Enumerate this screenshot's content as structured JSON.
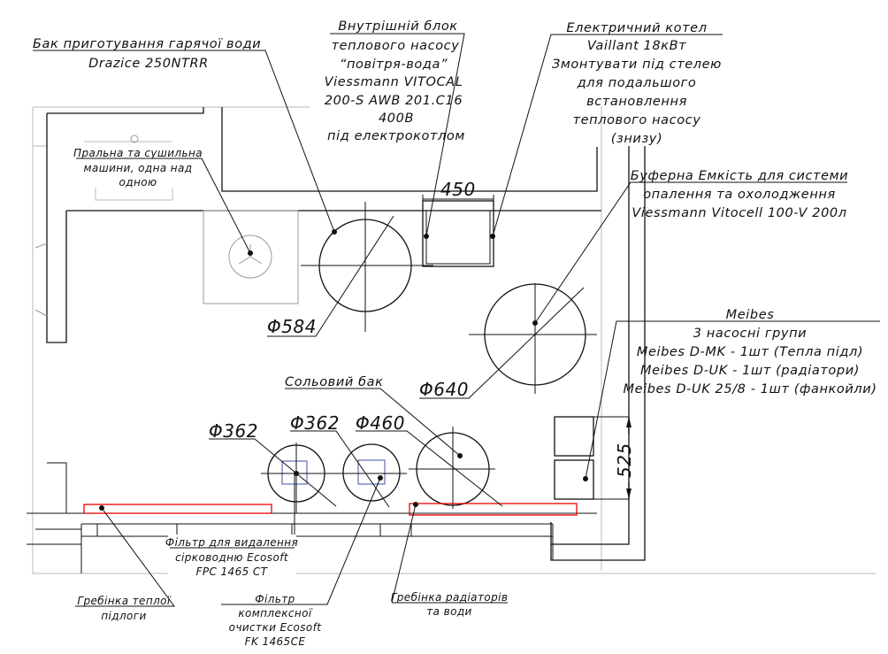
{
  "labels": {
    "hot_water_tank": {
      "line1": "Бак приготування гарячої води",
      "line2": "Drazice 250NTRR"
    },
    "heat_pump_indoor": {
      "lines": [
        "Внутрішній блок",
        "теплового насосу",
        "“повітря-вода”",
        "Viessmann VITOCAL",
        "200-S AWB 201.C16",
        "400В",
        "під електрокотлом"
      ]
    },
    "electric_boiler": {
      "lines": [
        "Електричний котел",
        "Vaillant 18кВт",
        "Змонтувати під стелею",
        "для подальшого",
        "встановлення",
        "теплового насосу",
        "(знизу)"
      ]
    },
    "buffer_tank": {
      "lines": [
        "Буферна Емкість для системи",
        "опалення та охолодження",
        "Viessmann Vitocell 100-V 200л"
      ]
    },
    "washer": {
      "lines": [
        "Пральна та сушильна",
        "машини, одна над",
        "одною"
      ]
    },
    "meibes": {
      "lines": [
        "Meibes",
        "3 насосні групи",
        "Meibes D-MK - 1шт (Тепла підл)",
        "Meibes D-UK - 1шт (радіатори)",
        "Meibes D-UK 25/8 - 1шт (фанкойли)"
      ]
    },
    "salt_tank": "Сольовий бак",
    "h2s_filter": {
      "lines": [
        "Фільтр для видалення",
        "сірководню Ecosoft",
        "FPC 1465 CT"
      ]
    },
    "floor_manifold": {
      "lines": [
        "Гребінка теплої",
        "підлоги"
      ]
    },
    "complex_filter": {
      "lines": [
        "Фільтр",
        "комплексної",
        "очистки Ecosoft",
        "FK 1465CE"
      ]
    },
    "radiator_manifold": {
      "lines": [
        "Гребінка радіаторів",
        "та води"
      ]
    }
  },
  "dimensions": {
    "d584": "Φ584",
    "d640": "Φ640",
    "d362a": "Φ362",
    "d362b": "Φ362",
    "d460": "Φ460",
    "w450": "450",
    "h525": "525"
  },
  "colors": {
    "manifold": "#e60000",
    "filter_core": "#4050a0",
    "wall_light": "#c8c8c8",
    "line": "#111111"
  }
}
